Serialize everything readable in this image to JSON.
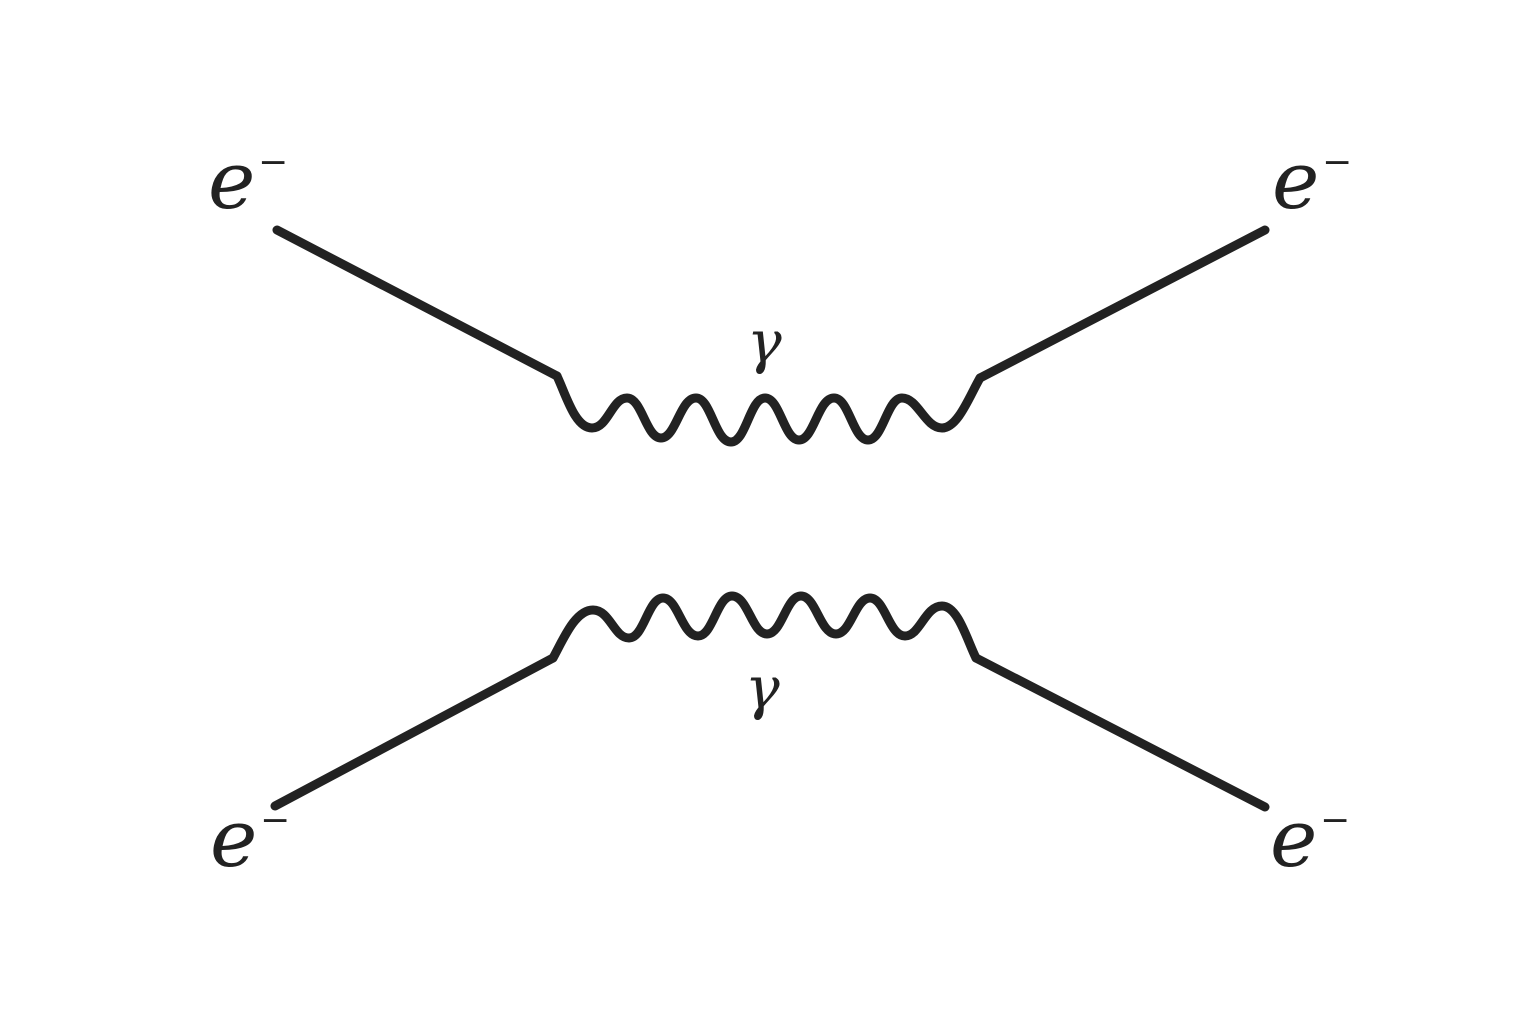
{
  "diagram": {
    "colors": {
      "ink": "#222222",
      "background": "#ffffff"
    },
    "labels": {
      "electron_symbol": "e",
      "electron_charge": "−",
      "photon_symbol": "γ"
    },
    "upper_branch": {
      "left_particle": "e",
      "right_particle": "e",
      "mediator": "γ"
    },
    "lower_branch": {
      "left_particle": "e",
      "right_particle": "e",
      "mediator": "γ"
    }
  }
}
